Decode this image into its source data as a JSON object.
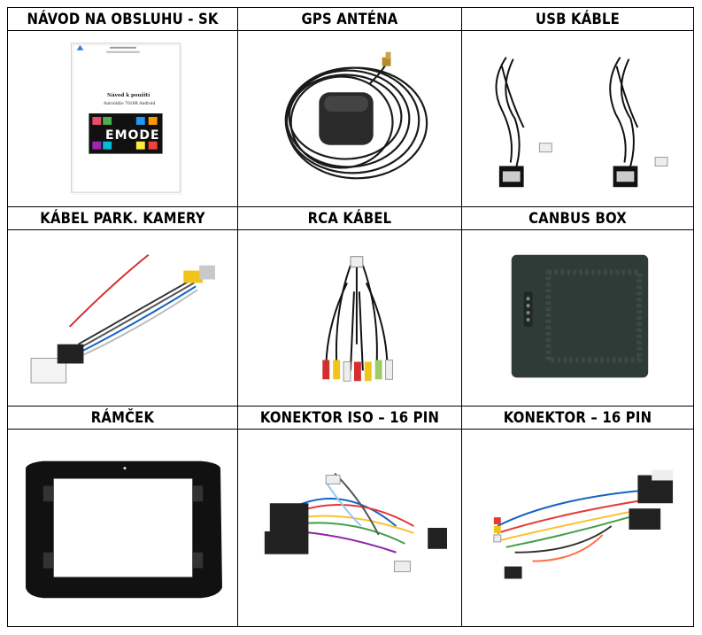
{
  "items": [
    {
      "title": "NÁVOD NA OBSLUHU - SK",
      "image": "instruction-manual"
    },
    {
      "title": "GPS ANTÉNA",
      "image": "gps-antenna"
    },
    {
      "title": "USB KÁBLE",
      "image": "usb-cables"
    },
    {
      "title": "KÁBEL PARK. KAMERY",
      "image": "parking-camera-cable"
    },
    {
      "title": "RCA KÁBEL",
      "image": "rca-cable"
    },
    {
      "title": "CANBUS BOX",
      "image": "canbus-box"
    },
    {
      "title": "RÁMČEK",
      "image": "frame"
    },
    {
      "title": "KONEKTOR ISO – 16 PIN",
      "image": "iso-connector-16pin"
    },
    {
      "title": "KONEKTOR – 16 PIN",
      "image": "connector-16pin"
    }
  ],
  "manual": {
    "title": "Návod k použití",
    "subtitle": "Autorádio 7018B Android",
    "logo": "EMODE"
  }
}
